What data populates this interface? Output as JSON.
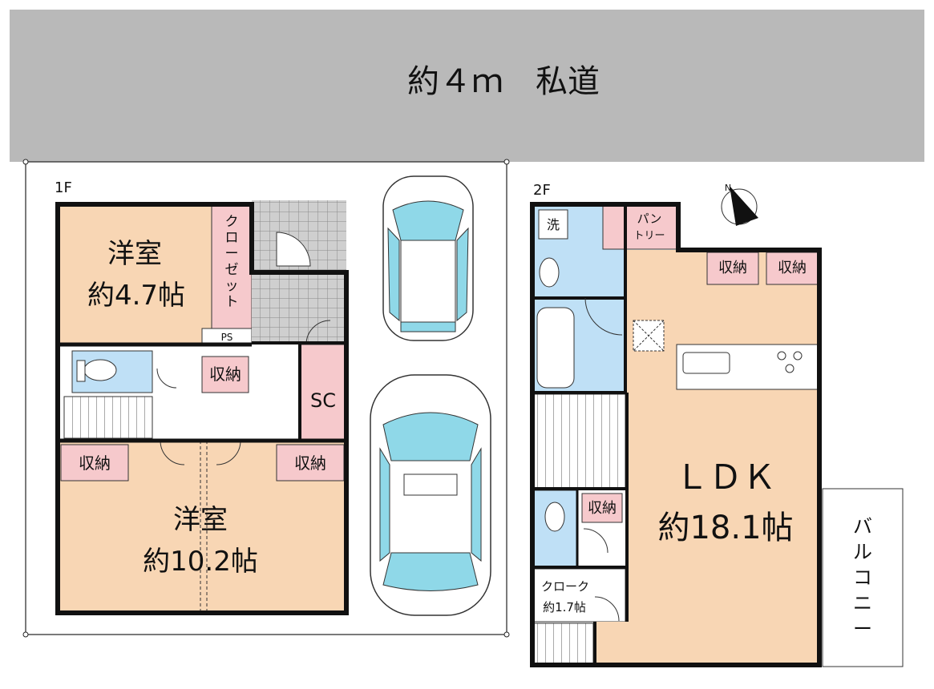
{
  "road": {
    "label": "約４ｍ　私道"
  },
  "floor1": {
    "label": "1F",
    "rooms": {
      "western_small_name": "洋室",
      "western_small_size": "約4.7帖",
      "closet": [
        "ク",
        "ロ",
        "ー",
        "ゼ",
        "ッ",
        "ト"
      ],
      "ps": "PS",
      "storage_stair": "収納",
      "sc": "SC",
      "storage_left": "収納",
      "storage_right": "収納",
      "western_large_name": "洋室",
      "western_large_size": "約10.2帖"
    }
  },
  "floor2": {
    "label": "2F",
    "rooms": {
      "laundry": "洗",
      "pantry_line1": "パン",
      "pantry_line2": "トリー",
      "storage_a": "収納",
      "storage_b": "収納",
      "storage_c": "収納",
      "ldk_name": "ＬＤＫ",
      "ldk_size": "約18.1帖",
      "cloak_name": "クローク",
      "cloak_size": "約1.7帖",
      "balcony": [
        "バ",
        "ル",
        "コ",
        "ニ",
        "ー"
      ]
    }
  },
  "compass": {
    "label": "N"
  },
  "colors": {
    "road": "#b9b9b9",
    "western": "#f8d6b4",
    "closet": "#f6c9cc",
    "wet": "#bfe0f6",
    "car_glass": "#8fd8e8",
    "wall": "#111111"
  }
}
